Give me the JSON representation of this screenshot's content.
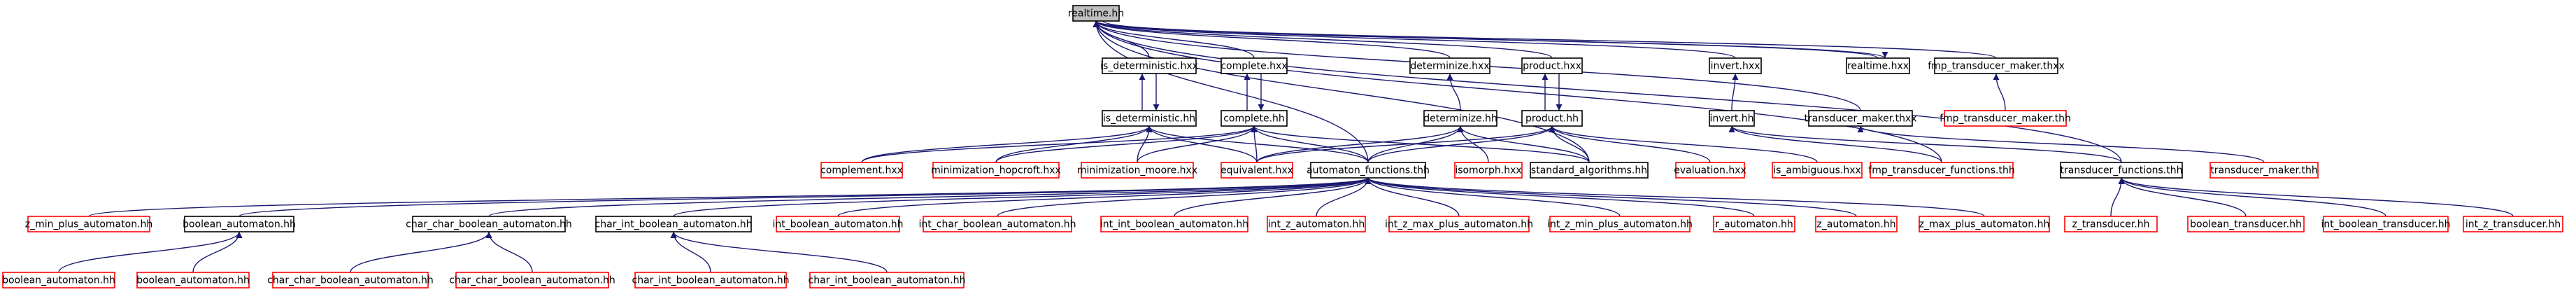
{
  "colors": {
    "root_fill": "#bfbfbf",
    "documented_border": "#000000",
    "undocumented_border": "#ff0000",
    "edge": "#191970",
    "text": "#000000"
  },
  "nodes": [
    {
      "id": "realtime_hh",
      "label": "realtime.hh",
      "style": "root"
    },
    {
      "id": "is_deterministic_hxx",
      "label": "is_deterministic.hxx",
      "style": "documented"
    },
    {
      "id": "complete_hxx",
      "label": "complete.hxx",
      "style": "documented"
    },
    {
      "id": "determinize_hxx",
      "label": "determinize.hxx",
      "style": "documented"
    },
    {
      "id": "product_hxx",
      "label": "product.hxx",
      "style": "documented"
    },
    {
      "id": "invert_hxx",
      "label": "invert.hxx",
      "style": "documented"
    },
    {
      "id": "realtime_hxx",
      "label": "realtime.hxx",
      "style": "documented"
    },
    {
      "id": "fmp_transducer_maker_thxx",
      "label": "fmp_transducer_maker.thxx",
      "style": "documented"
    },
    {
      "id": "is_deterministic_hh",
      "label": "is_deterministic.hh",
      "style": "documented"
    },
    {
      "id": "complete_hh",
      "label": "complete.hh",
      "style": "documented"
    },
    {
      "id": "determinize_hh",
      "label": "determinize.hh",
      "style": "documented"
    },
    {
      "id": "product_hh",
      "label": "product.hh",
      "style": "documented"
    },
    {
      "id": "invert_hh",
      "label": "invert.hh",
      "style": "documented"
    },
    {
      "id": "transducer_maker_thxx",
      "label": "transducer_maker.thxx",
      "style": "documented"
    },
    {
      "id": "fmp_transducer_maker_thh",
      "label": "fmp_transducer_maker.thh",
      "style": "undocumented"
    },
    {
      "id": "complement_hxx",
      "label": "complement.hxx",
      "style": "undocumented"
    },
    {
      "id": "minimization_hopcroft_hxx",
      "label": "minimization_hopcroft.hxx",
      "style": "undocumented"
    },
    {
      "id": "minimization_moore_hxx",
      "label": "minimization_moore.hxx",
      "style": "undocumented"
    },
    {
      "id": "equivalent_hxx",
      "label": "equivalent.hxx",
      "style": "undocumented"
    },
    {
      "id": "automaton_functions_thh",
      "label": "automaton_functions.thh",
      "style": "documented"
    },
    {
      "id": "isomorph_hxx",
      "label": "isomorph.hxx",
      "style": "undocumented"
    },
    {
      "id": "standard_algorithms_hh",
      "label": "standard_algorithms.hh",
      "style": "documented"
    },
    {
      "id": "evaluation_hxx",
      "label": "evaluation.hxx",
      "style": "undocumented"
    },
    {
      "id": "is_ambiguous_hxx",
      "label": "is_ambiguous.hxx",
      "style": "undocumented"
    },
    {
      "id": "fmp_transducer_functions_thh",
      "label": "fmp_transducer_functions.thh",
      "style": "undocumented"
    },
    {
      "id": "transducer_functions_thh",
      "label": "transducer_functions.thh",
      "style": "documented"
    },
    {
      "id": "transducer_maker_thh",
      "label": "transducer_maker.thh",
      "style": "undocumented"
    },
    {
      "id": "z_min_plus_automaton_hh",
      "label": "z_min_plus_automaton.hh",
      "style": "undocumented"
    },
    {
      "id": "boolean_automaton_hh",
      "label": "boolean_automaton.hh",
      "style": "documented"
    },
    {
      "id": "char_char_boolean_automaton_hh",
      "label": "char_char_boolean_automaton.hh",
      "style": "documented"
    },
    {
      "id": "char_int_boolean_automaton_hh",
      "label": "char_int_boolean_automaton.hh",
      "style": "documented"
    },
    {
      "id": "int_boolean_automaton_hh",
      "label": "int_boolean_automaton.hh",
      "style": "undocumented"
    },
    {
      "id": "int_char_boolean_automaton_hh",
      "label": "int_char_boolean_automaton.hh",
      "style": "undocumented"
    },
    {
      "id": "int_int_boolean_automaton_hh",
      "label": "int_int_boolean_automaton.hh",
      "style": "undocumented"
    },
    {
      "id": "int_z_automaton_hh",
      "label": "int_z_automaton.hh",
      "style": "undocumented"
    },
    {
      "id": "int_z_max_plus_automaton_hh",
      "label": "int_z_max_plus_automaton.hh",
      "style": "undocumented"
    },
    {
      "id": "int_z_min_plus_automaton_hh",
      "label": "int_z_min_plus_automaton.hh",
      "style": "undocumented"
    },
    {
      "id": "r_automaton_hh",
      "label": "r_automaton.hh",
      "style": "undocumented"
    },
    {
      "id": "z_automaton_hh",
      "label": "z_automaton.hh",
      "style": "undocumented"
    },
    {
      "id": "z_max_plus_automaton_hh",
      "label": "z_max_plus_automaton.hh",
      "style": "undocumented"
    },
    {
      "id": "z_transducer_hh",
      "label": "z_transducer.hh",
      "style": "undocumented"
    },
    {
      "id": "boolean_transducer_hh",
      "label": "boolean_transducer.hh",
      "style": "undocumented"
    },
    {
      "id": "int_boolean_transducer_hh",
      "label": "int_boolean_transducer.hh",
      "style": "undocumented"
    },
    {
      "id": "int_z_transducer_hh",
      "label": "int_z_transducer.hh",
      "style": "undocumented"
    },
    {
      "id": "boolean_automaton_hh_a",
      "label": "boolean_automaton.hh",
      "style": "undocumented"
    },
    {
      "id": "boolean_automaton_hh_b",
      "label": "boolean_automaton.hh",
      "style": "undocumented"
    },
    {
      "id": "char_char_boolean_automaton_hh_a",
      "label": "char_char_boolean_automaton.hh",
      "style": "undocumented"
    },
    {
      "id": "char_char_boolean_automaton_hh_b",
      "label": "char_char_boolean_automaton.hh",
      "style": "undocumented"
    },
    {
      "id": "char_int_boolean_automaton_hh_a",
      "label": "char_int_boolean_automaton.hh",
      "style": "undocumented"
    },
    {
      "id": "char_int_boolean_automaton_hh_b",
      "label": "char_int_boolean_automaton.hh",
      "style": "undocumented"
    }
  ],
  "edges": [
    [
      "is_deterministic_hxx",
      "realtime_hh"
    ],
    [
      "complete_hxx",
      "realtime_hh"
    ],
    [
      "determinize_hxx",
      "realtime_hh"
    ],
    [
      "product_hxx",
      "realtime_hh"
    ],
    [
      "invert_hxx",
      "realtime_hh"
    ],
    [
      "realtime_hxx",
      "realtime_hh"
    ],
    [
      "fmp_transducer_maker_thxx",
      "realtime_hh"
    ],
    [
      "automaton_functions_thh",
      "realtime_hh"
    ],
    [
      "standard_algorithms_hh",
      "realtime_hh"
    ],
    [
      "transducer_maker_thxx",
      "realtime_hh"
    ],
    [
      "fmp_transducer_functions_thh",
      "realtime_hh"
    ],
    [
      "transducer_functions_thh",
      "realtime_hh"
    ],
    [
      "realtime_hh",
      "realtime_hxx"
    ],
    [
      "is_deterministic_hh",
      "is_deterministic_hxx"
    ],
    [
      "is_deterministic_hxx",
      "is_deterministic_hh"
    ],
    [
      "complete_hh",
      "complete_hxx"
    ],
    [
      "complete_hxx",
      "complete_hh"
    ],
    [
      "determinize_hh",
      "determinize_hxx"
    ],
    [
      "product_hh",
      "product_hxx"
    ],
    [
      "product_hxx",
      "product_hh"
    ],
    [
      "invert_hh",
      "invert_hxx"
    ],
    [
      "fmp_transducer_maker_thh",
      "fmp_transducer_maker_thxx"
    ],
    [
      "complement_hxx",
      "is_deterministic_hh"
    ],
    [
      "minimization_hopcroft_hxx",
      "is_deterministic_hh"
    ],
    [
      "minimization_moore_hxx",
      "is_deterministic_hh"
    ],
    [
      "equivalent_hxx",
      "is_deterministic_hh"
    ],
    [
      "automaton_functions_thh",
      "is_deterministic_hh"
    ],
    [
      "complement_hxx",
      "complete_hh"
    ],
    [
      "minimization_hopcroft_hxx",
      "complete_hh"
    ],
    [
      "minimization_moore_hxx",
      "complete_hh"
    ],
    [
      "equivalent_hxx",
      "complete_hh"
    ],
    [
      "automaton_functions_thh",
      "complete_hh"
    ],
    [
      "standard_algorithms_hh",
      "complete_hh"
    ],
    [
      "equivalent_hxx",
      "determinize_hh"
    ],
    [
      "automaton_functions_thh",
      "determinize_hh"
    ],
    [
      "isomorph_hxx",
      "determinize_hh"
    ],
    [
      "standard_algorithms_hh",
      "determinize_hh"
    ],
    [
      "equivalent_hxx",
      "product_hh"
    ],
    [
      "automaton_functions_thh",
      "product_hh"
    ],
    [
      "standard_algorithms_hh",
      "product_hh"
    ],
    [
      "evaluation_hxx",
      "product_hh"
    ],
    [
      "is_ambiguous_hxx",
      "product_hh"
    ],
    [
      "fmp_transducer_functions_thh",
      "invert_hh"
    ],
    [
      "transducer_functions_thh",
      "invert_hh"
    ],
    [
      "transducer_maker_thh",
      "transducer_maker_thxx"
    ],
    [
      "z_min_plus_automaton_hh",
      "automaton_functions_thh"
    ],
    [
      "boolean_automaton_hh",
      "automaton_functions_thh"
    ],
    [
      "char_char_boolean_automaton_hh",
      "automaton_functions_thh"
    ],
    [
      "char_int_boolean_automaton_hh",
      "automaton_functions_thh"
    ],
    [
      "int_boolean_automaton_hh",
      "automaton_functions_thh"
    ],
    [
      "int_char_boolean_automaton_hh",
      "automaton_functions_thh"
    ],
    [
      "int_int_boolean_automaton_hh",
      "automaton_functions_thh"
    ],
    [
      "int_z_automaton_hh",
      "automaton_functions_thh"
    ],
    [
      "int_z_max_plus_automaton_hh",
      "automaton_functions_thh"
    ],
    [
      "int_z_min_plus_automaton_hh",
      "automaton_functions_thh"
    ],
    [
      "r_automaton_hh",
      "automaton_functions_thh"
    ],
    [
      "z_automaton_hh",
      "automaton_functions_thh"
    ],
    [
      "z_max_plus_automaton_hh",
      "automaton_functions_thh"
    ],
    [
      "z_transducer_hh",
      "transducer_functions_thh"
    ],
    [
      "boolean_transducer_hh",
      "transducer_functions_thh"
    ],
    [
      "int_boolean_transducer_hh",
      "transducer_functions_thh"
    ],
    [
      "int_z_transducer_hh",
      "transducer_functions_thh"
    ],
    [
      "boolean_automaton_hh_a",
      "boolean_automaton_hh"
    ],
    [
      "boolean_automaton_hh_b",
      "boolean_automaton_hh"
    ],
    [
      "char_char_boolean_automaton_hh_a",
      "char_char_boolean_automaton_hh"
    ],
    [
      "char_char_boolean_automaton_hh_b",
      "char_char_boolean_automaton_hh"
    ],
    [
      "char_int_boolean_automaton_hh_a",
      "char_int_boolean_automaton_hh"
    ],
    [
      "char_int_boolean_automaton_hh_b",
      "char_int_boolean_automaton_hh"
    ]
  ]
}
